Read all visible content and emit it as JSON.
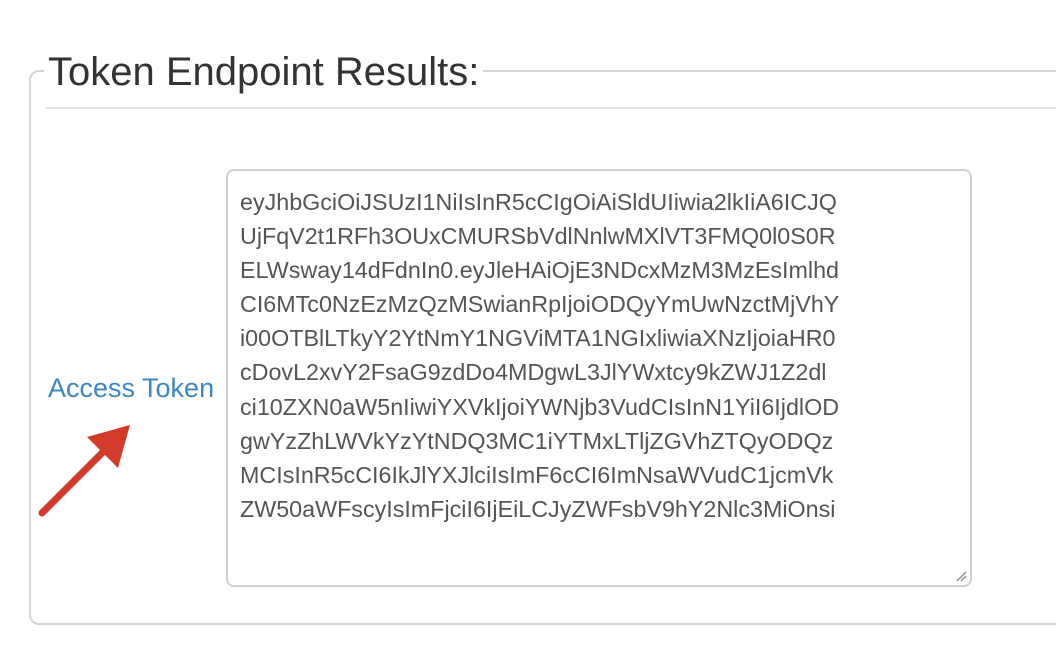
{
  "section": {
    "title": "Token Endpoint Results:"
  },
  "access_token": {
    "label": "Access Token",
    "lines": [
      "eyJhbGciOiJSUzI1NiIsInR5cCIgOiAiSldUIiwia2lkIiA6ICJQ",
      "UjFqV2t1RFh3OUxCMURSbVdlNnlwMXlVT3FMQ0l0S0R",
      "ELWsway14dFdnIn0.eyJleHAiOjE3NDcxMzM3MzEsImlhd",
      "CI6MTc0NzEzMzQzMSwianRpIjoiODQyYmUwNzctMjVhY",
      "i00OTBlLTkyY2YtNmY1NGViMTA1NGIxliwiaXNzIjoiaHR0",
      "cDovL2xvY2FsaG9zdDo4MDgwL3JlYWxtcy9kZWJ1Z2dl",
      "ci10ZXN0aW5nIiwiYXVkIjoiYWNjb3VudCIsInN1YiI6IjdlOD",
      "gwYzZhLWVkYzYtNDQ3MC1iYTMxLTljZGVhZTQyODQz",
      "MCIsInR5cCI6IkJlYXJlciIsImF6cCI6ImNsaWVudC1jcmVk",
      "ZW50aWFscyIsImFjciI6IjEiLCJyZWFsbV9hY2Nlc3MiOnsi"
    ]
  },
  "icons": {
    "arrow": "red-annotation-arrow-icon",
    "resize": "resize-grip-icon"
  },
  "colors": {
    "label": "#3a87c6",
    "arrow": "#d23a2a",
    "border": "#cfcfcf"
  }
}
